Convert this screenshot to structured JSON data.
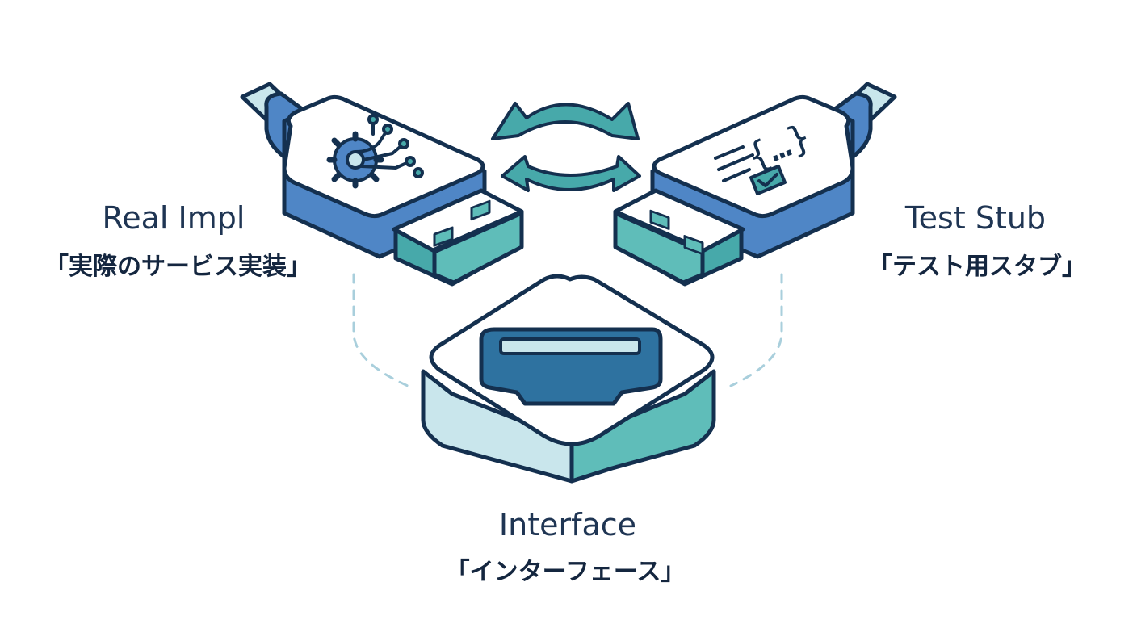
{
  "labels": {
    "real_en": "Real Impl",
    "real_ja": "「実際のサービス実装」",
    "stub_en": "Test Stub",
    "stub_ja": "「テスト用スタブ」",
    "interface_en": "Interface",
    "interface_ja": "「インターフェース」"
  },
  "stub_code_glyph": "{…}",
  "colors": {
    "outline": "#14304f",
    "blue": "#4f86c6",
    "blue_dark": "#3a6fae",
    "teal": "#47a9aa",
    "teal_light": "#5fbdb9",
    "light_blue": "#c9e6ec",
    "white": "#ffffff",
    "dash": "#a9cfdc",
    "socket_fill": "#2e72a0"
  }
}
